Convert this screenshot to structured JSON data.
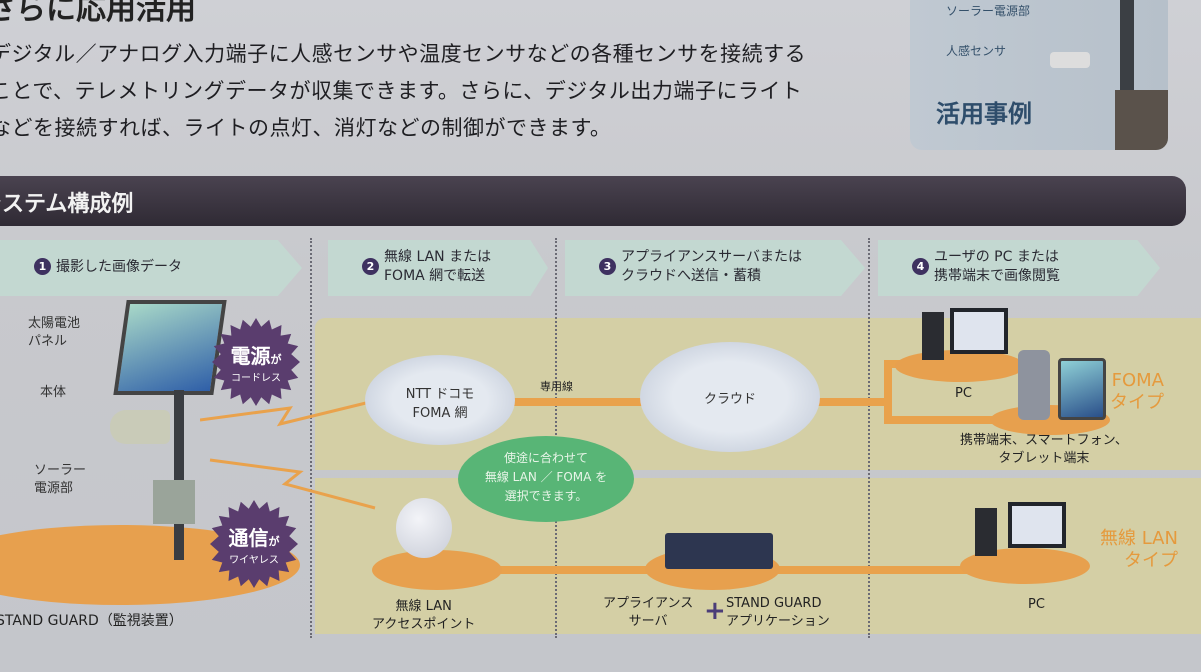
{
  "heading": "さらに応用活用",
  "paragraph": [
    "デジタル／アナログ入力端子に人感センサや温度センサなどの各種センサを接続する",
    "ことで、テレメトリングデータが収集できます。さらに、デジタル出力端子にライト",
    "などを接続すれば、ライトの点灯、消灯などの制御ができます。"
  ],
  "photo_card": {
    "label_solar": "ソーラー電源部",
    "label_sensor": "人感センサ",
    "title": "活用事例"
  },
  "section_title": "システム構成例",
  "steps": [
    {
      "num": "1",
      "line1": "撮影した画像データ",
      "line2": ""
    },
    {
      "num": "2",
      "line1": "無線 LAN または",
      "line2": "FOMA 網で転送"
    },
    {
      "num": "3",
      "line1": "アプライアンスサーバまたは",
      "line2": "クラウドへ送信・蓄積"
    },
    {
      "num": "4",
      "line1": "ユーザの PC または",
      "line2": "携帯端末で画像閲覧"
    }
  ],
  "device": {
    "solar_panel": "太陽電池\nパネル",
    "body": "本体",
    "solar_power": "ソーラー\n電源部",
    "name": "STAND GUARD（監視装置）",
    "burst_power": {
      "big": "電源",
      "particle": "が",
      "sub": "コードレス"
    },
    "burst_comm": {
      "big": "通信",
      "particle": "が",
      "sub": "ワイヤレス"
    }
  },
  "foma_row": {
    "network_cloud": "NTT ドコモ\nFOMA 網",
    "dedicated_line": "専用線",
    "cloud": "クラウド",
    "pc": "PC",
    "mobile": "携帯端末、スマートフォン、\nタブレット端末",
    "type_label": "FOMA\nタイプ"
  },
  "choice_bubble": "使途に合わせて\n無線 LAN ／ FOMA を\n選択できます。",
  "lan_row": {
    "access_point": "無線 LAN\nアクセスポイント",
    "server": "アプライアンス\nサーバ",
    "plus": "+",
    "application": "STAND GUARD\nアプリケーション",
    "pc": "PC",
    "type_label": "無線 LAN\nタイプ"
  }
}
